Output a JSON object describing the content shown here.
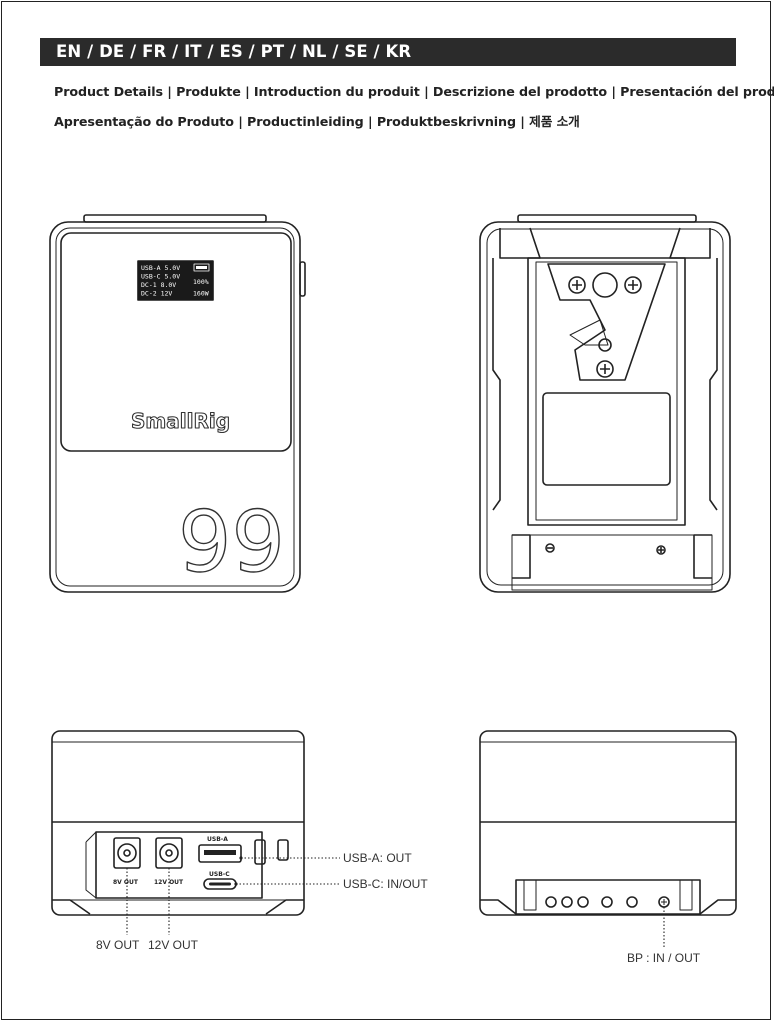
{
  "header": {
    "languages": "EN / DE / FR / IT / ES / PT / NL / SE / KR",
    "titles_line1": "Product Details | Produkte | Introduction du produit | Descrizione del prodotto | Presentación del producto",
    "titles_line2": "Apresentação do Produto | Productinleiding | Produktbeskrivning | 제품 소개"
  },
  "front_view": {
    "logo": "SmallRig",
    "capacity_mark": "99",
    "screen_lines": [
      "USB-A 5.0V",
      "USB-C 5.0V",
      "DC-1  8.0V",
      "DC-2  12V"
    ],
    "screen_right": [
      "100%",
      "160W"
    ]
  },
  "port_panel": {
    "port_usb_a_label": "USB-A",
    "port_usb_c_label": "USB-C",
    "port_8v_label": "8V OUT",
    "port_12v_label": "12V OUT"
  },
  "callouts": {
    "usb_a": "USB-A: OUT",
    "usb_c": "USB-C: IN/OUT",
    "dc_8v": "8V OUT",
    "dc_12v": "12V OUT",
    "bp": "BP : IN / OUT"
  }
}
